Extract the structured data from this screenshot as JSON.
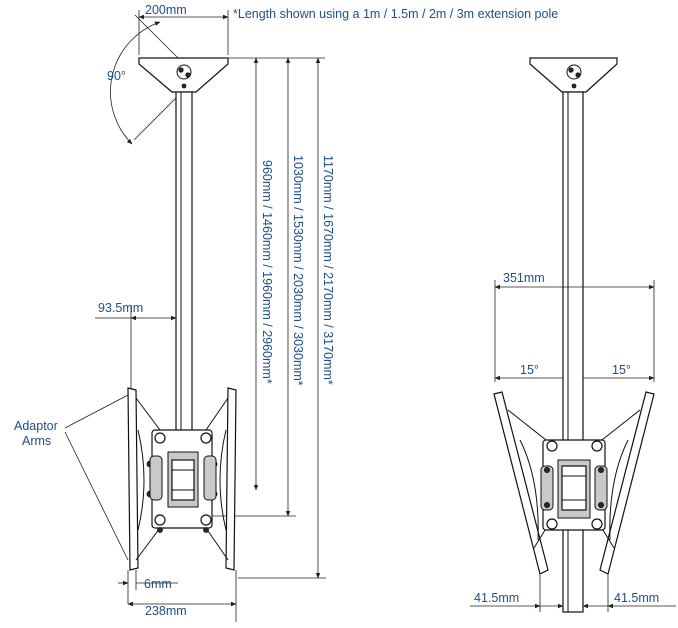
{
  "note": "*Length shown using a 1m / 1.5m / 2m / 3m extension pole",
  "front_view": {
    "top_width": "200mm",
    "angle": "90°",
    "arm_offset": "93.5mm",
    "callout": [
      "Adaptor",
      "Arms"
    ],
    "thickness": "6mm",
    "bottom_width": "238mm",
    "length_1": "960mm / 1460mm / 1960mm / 2960mm*",
    "length_2": "1030mm / 1530mm / 2030mm / 3030mm*",
    "length_3": "1170mm / 1670mm / 2170mm / 3170mm*"
  },
  "side_view": {
    "tilt_width": "351mm",
    "tilt_left": "15°",
    "tilt_right": "15°",
    "offset_left": "41.5mm",
    "offset_right": "41.5mm"
  }
}
